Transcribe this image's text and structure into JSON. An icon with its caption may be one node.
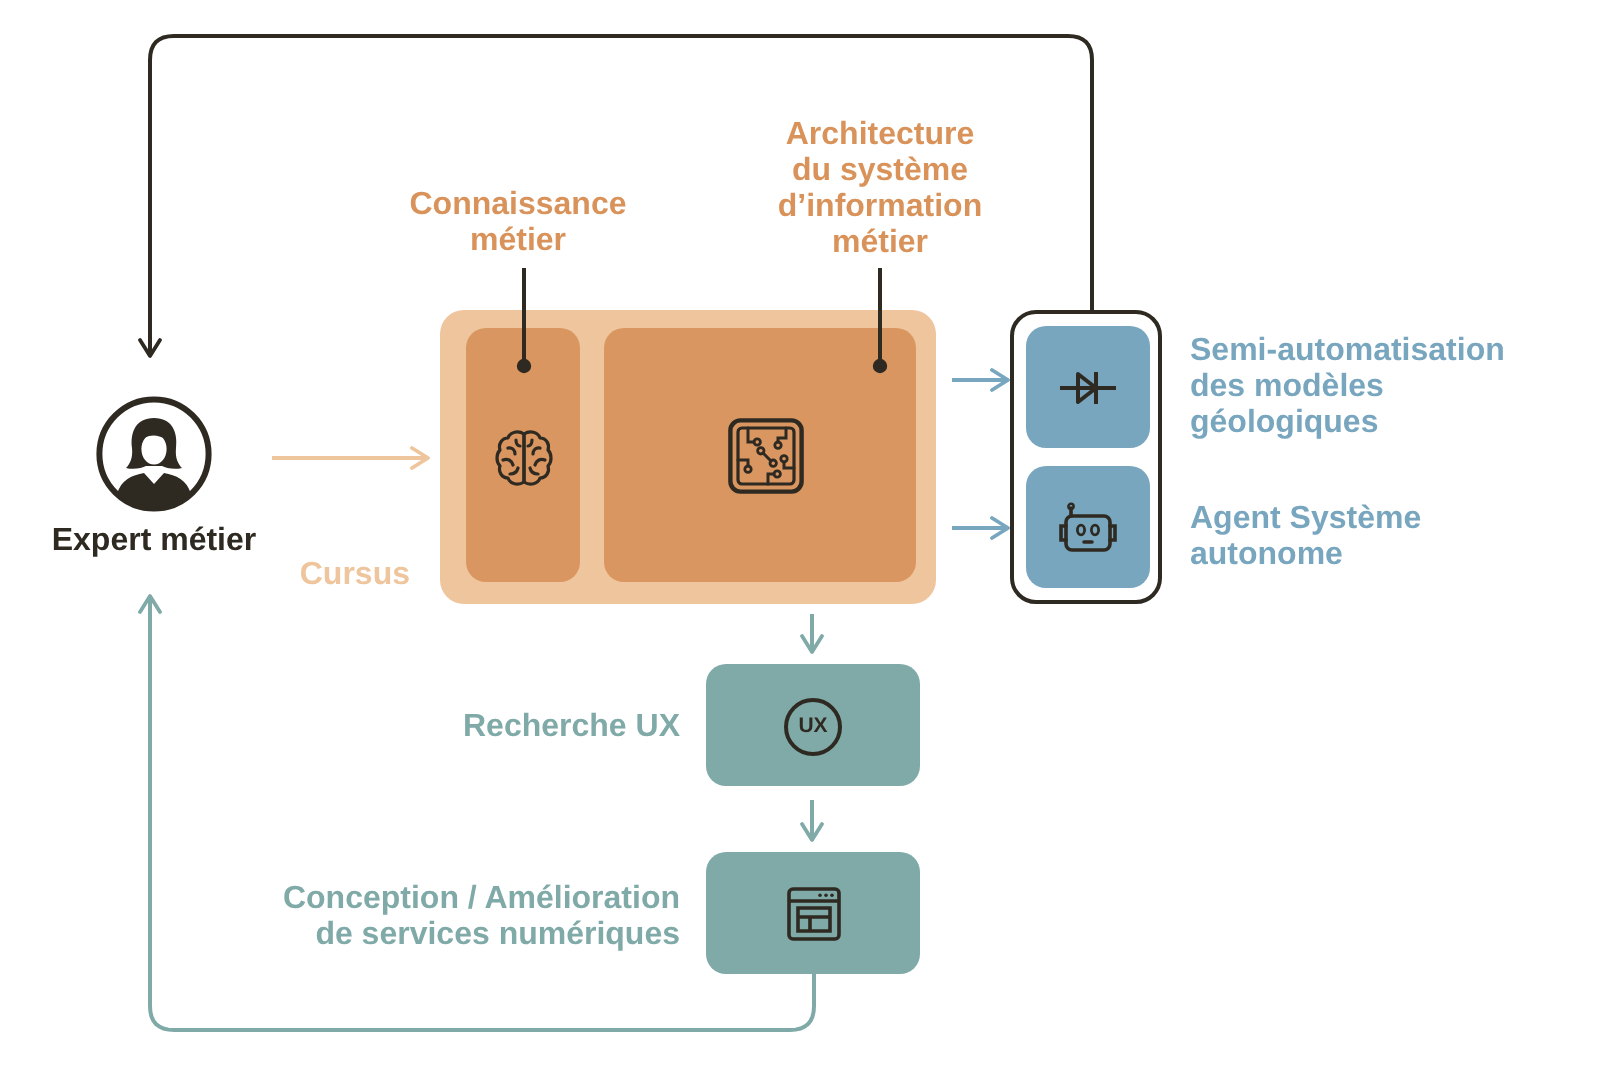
{
  "diagram": {
    "nodes": [
      {
        "text": [
          "Expert métier"
        ]
      },
      {
        "text": [
          "Connaissance métier"
        ]
      },
      {
        "text": [
          "Architecture du système d’information métier"
        ]
      },
      {
        "text": [
          "Cursus"
        ]
      },
      {
        "text": [],
        "shape": "box",
        "in": 3
      },
      {
        "text": [],
        "shape": "box",
        "in": 3
      },
      {
        "text": [],
        "shape": "box"
      },
      {
        "text": [
          "Semi-automatisation des modèles géologiques"
        ],
        "in": 6
      },
      {
        "text": [
          "Agent Système autonome"
        ],
        "in": 6
      },
      {
        "text": [
          "Recherche UX"
        ]
      },
      {
        "text": [
          "Conception / Amélioration de services numériques"
        ]
      }
    ],
    "edges": [
      {
        "from": 6,
        "to": 0,
        "arrow": "to",
        "color": "#2e2a22"
      },
      {
        "from": 0,
        "to": 3,
        "arrow": "to",
        "color": "#eec59c"
      },
      {
        "from": 1,
        "to": 4,
        "arrow": "other",
        "color": "#2e2a22"
      },
      {
        "from": 2,
        "to": 5,
        "arrow": "other",
        "color": "#2e2a22"
      },
      {
        "from": 3,
        "to": 7,
        "arrow": "to",
        "color": "#78a6bf"
      },
      {
        "from": 3,
        "to": 8,
        "arrow": "to",
        "color": "#78a6bf"
      },
      {
        "from": 3,
        "to": 9,
        "arrow": "to",
        "color": "#80aaa8"
      },
      {
        "from": 9,
        "to": 10,
        "arrow": "to",
        "color": "#80aaa8"
      },
      {
        "from": 10,
        "to": 0,
        "arrow": "to",
        "color": "#80aaa8"
      }
    ],
    "labels": [
      "UX"
    ]
  }
}
